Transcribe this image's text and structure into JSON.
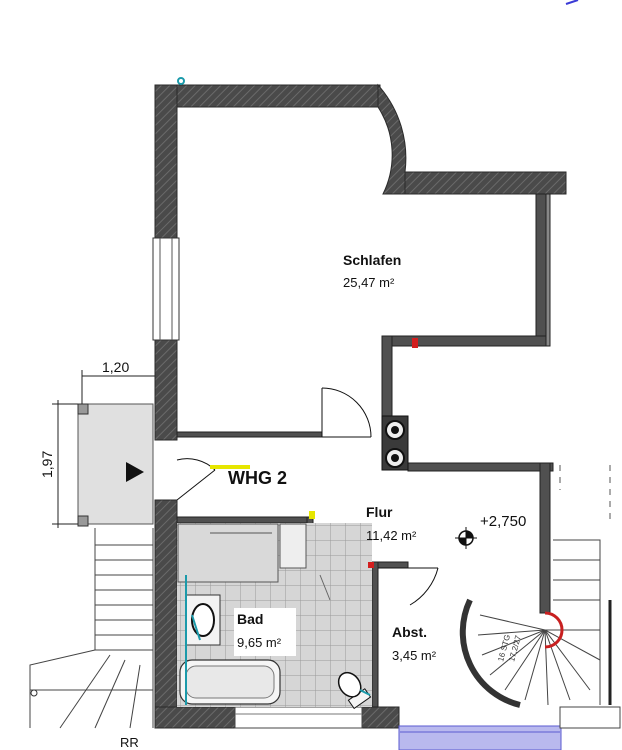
{
  "unit_label": "WHG 2",
  "elevation": "+2,750",
  "stair_label": "RR",
  "stair_spec_line1": "16 STG",
  "stair_spec_line2": "17,2/27",
  "dimensions": {
    "width": "1,20",
    "height": "1,97"
  },
  "rooms": {
    "schlafen": {
      "name": "Schlafen",
      "area": "25,47 m²"
    },
    "flur": {
      "name": "Flur",
      "area": "11,42 m²"
    },
    "bad": {
      "name": "Bad",
      "area": "9,65 m²"
    },
    "abst": {
      "name": "Abst.",
      "area": "3,45 m²"
    }
  },
  "colors": {
    "wall": "#4a4a4a",
    "tile": "#d6d6d6",
    "window_blue": "#b9b9ee",
    "accent_teal": "#1b9aaa",
    "accent_red": "#d21e1e",
    "accent_yellow": "#e6e600"
  }
}
